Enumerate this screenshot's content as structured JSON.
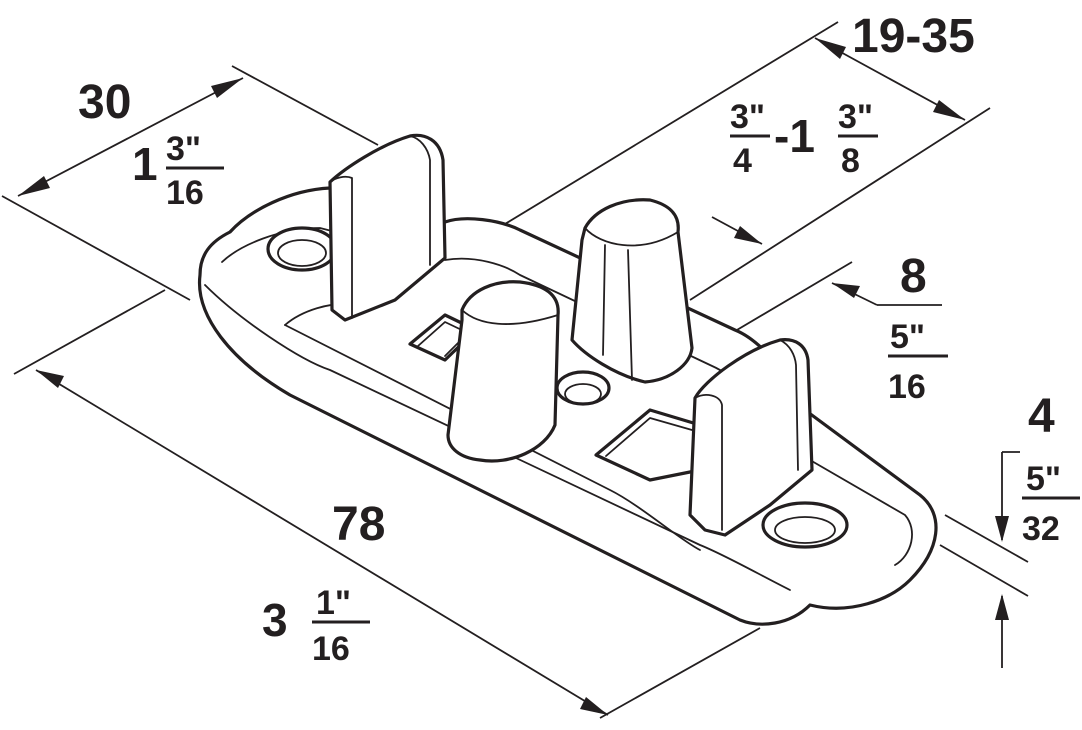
{
  "dimensions": {
    "width": {
      "metric": "30",
      "imperial_whole": "1",
      "imperial_num": "3\"",
      "imperial_den": "16"
    },
    "door_range": {
      "metric": "19-35",
      "imperial_a_num": "3\"",
      "imperial_a_den": "4",
      "imperial_sep": "-1",
      "imperial_b_num": "3\"",
      "imperial_b_den": "8"
    },
    "guide_gap": {
      "metric": "8",
      "imperial_num": "5\"",
      "imperial_den": "16"
    },
    "thickness": {
      "metric": "4",
      "imperial_num": "5\"",
      "imperial_den": "32"
    },
    "length": {
      "metric": "78",
      "imperial_whole": "3",
      "imperial_num": "1\"",
      "imperial_den": "16"
    }
  },
  "colors": {
    "line": "#231f20",
    "background": "#ffffff"
  }
}
